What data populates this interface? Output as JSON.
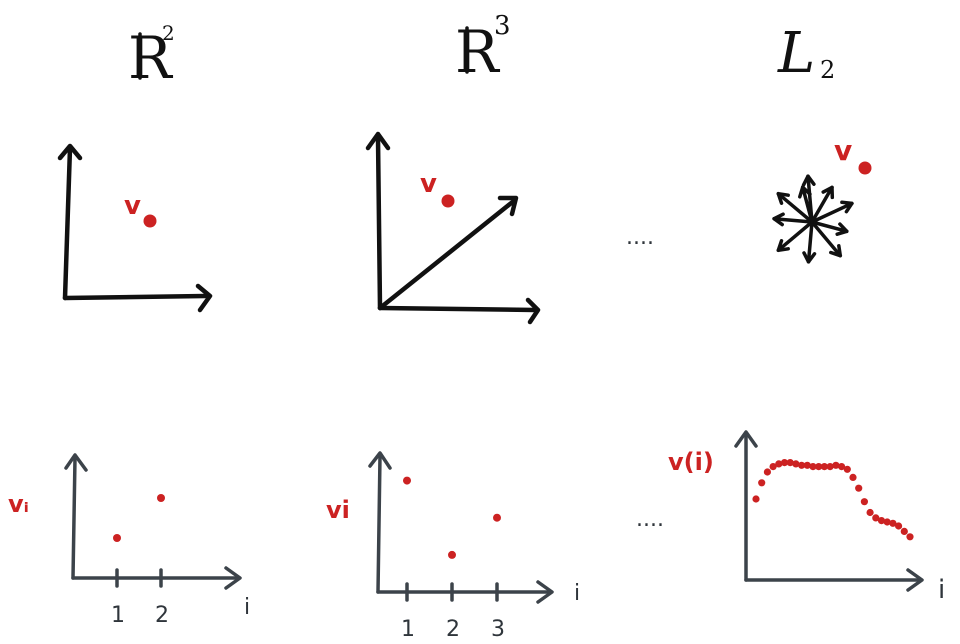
{
  "colors": {
    "ink": "#111111",
    "axis_grey": "#3c434a",
    "point_red": "#cc2222"
  },
  "titles": {
    "r2": {
      "base": "R",
      "exp": "2"
    },
    "r3": {
      "base": "R",
      "exp": "3"
    },
    "l2": {
      "base": "L",
      "sub": "2"
    }
  },
  "top": {
    "point_label": "v",
    "ellipsis": "...."
  },
  "bottom": {
    "ellipsis": "....",
    "panels": [
      {
        "y_label": "vᵢ",
        "x_label": "i",
        "ticks": [
          "1",
          "2"
        ],
        "points": [
          {
            "x": 1,
            "y": 1
          },
          {
            "x": 2,
            "y": 2
          }
        ],
        "y_max": 3
      },
      {
        "y_label": "vi",
        "x_label": "i",
        "ticks": [
          "1",
          "2",
          "3"
        ],
        "points": [
          {
            "x": 1,
            "y": 3
          },
          {
            "x": 2,
            "y": 1
          },
          {
            "x": 3,
            "y": 2
          }
        ],
        "y_max": 3.5
      },
      {
        "y_label": "v(i)",
        "x_label": "i",
        "curve": [
          0.6,
          0.72,
          0.8,
          0.84,
          0.86,
          0.87,
          0.87,
          0.86,
          0.85,
          0.85,
          0.84,
          0.84,
          0.84,
          0.84,
          0.85,
          0.84,
          0.82,
          0.76,
          0.68,
          0.58,
          0.5,
          0.46,
          0.44,
          0.43,
          0.42,
          0.4,
          0.36,
          0.32
        ]
      }
    ]
  }
}
